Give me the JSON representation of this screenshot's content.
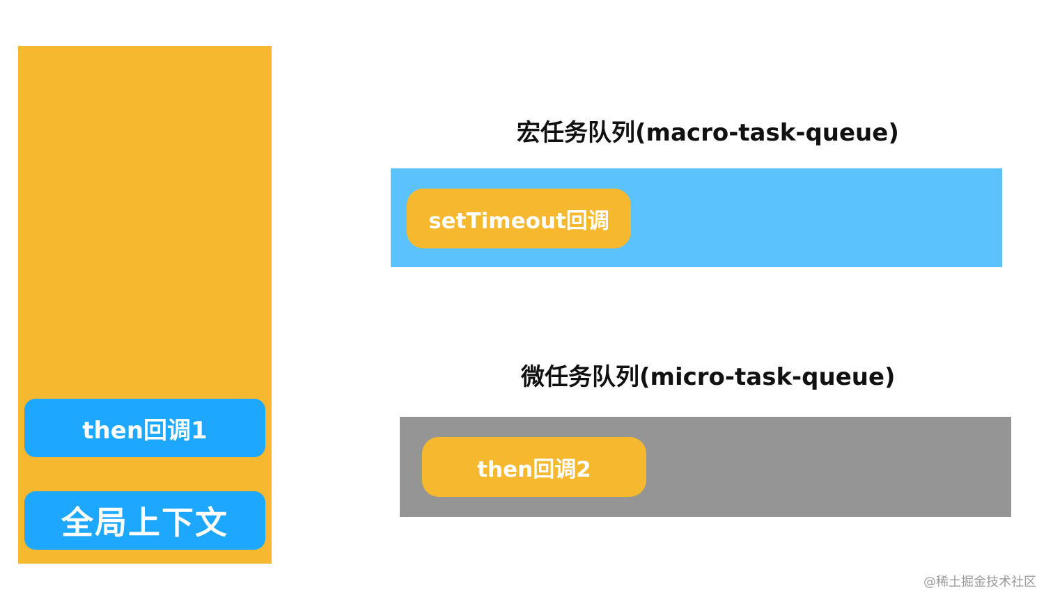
{
  "call_stack": {
    "frames": [
      {
        "label": "then回调1"
      },
      {
        "label": "全局上下文"
      }
    ]
  },
  "macro_queue": {
    "title": "宏任务队列(macro-task-queue)",
    "tasks": [
      {
        "label": "setTimeout回调"
      }
    ]
  },
  "micro_queue": {
    "title": "微任务队列(micro-task-queue)",
    "tasks": [
      {
        "label": "then回调2"
      }
    ]
  },
  "watermark": {
    "text": "@稀土掘金技术社区"
  },
  "colors": {
    "stack_background": "#f5b82e",
    "stack_frame": "#1da7ff",
    "macro_queue_background": "#5bc2fd",
    "micro_queue_background": "#959595",
    "task": "#f5b82e",
    "title_text": "#111111",
    "watermark_text": "#9a9a9a"
  }
}
